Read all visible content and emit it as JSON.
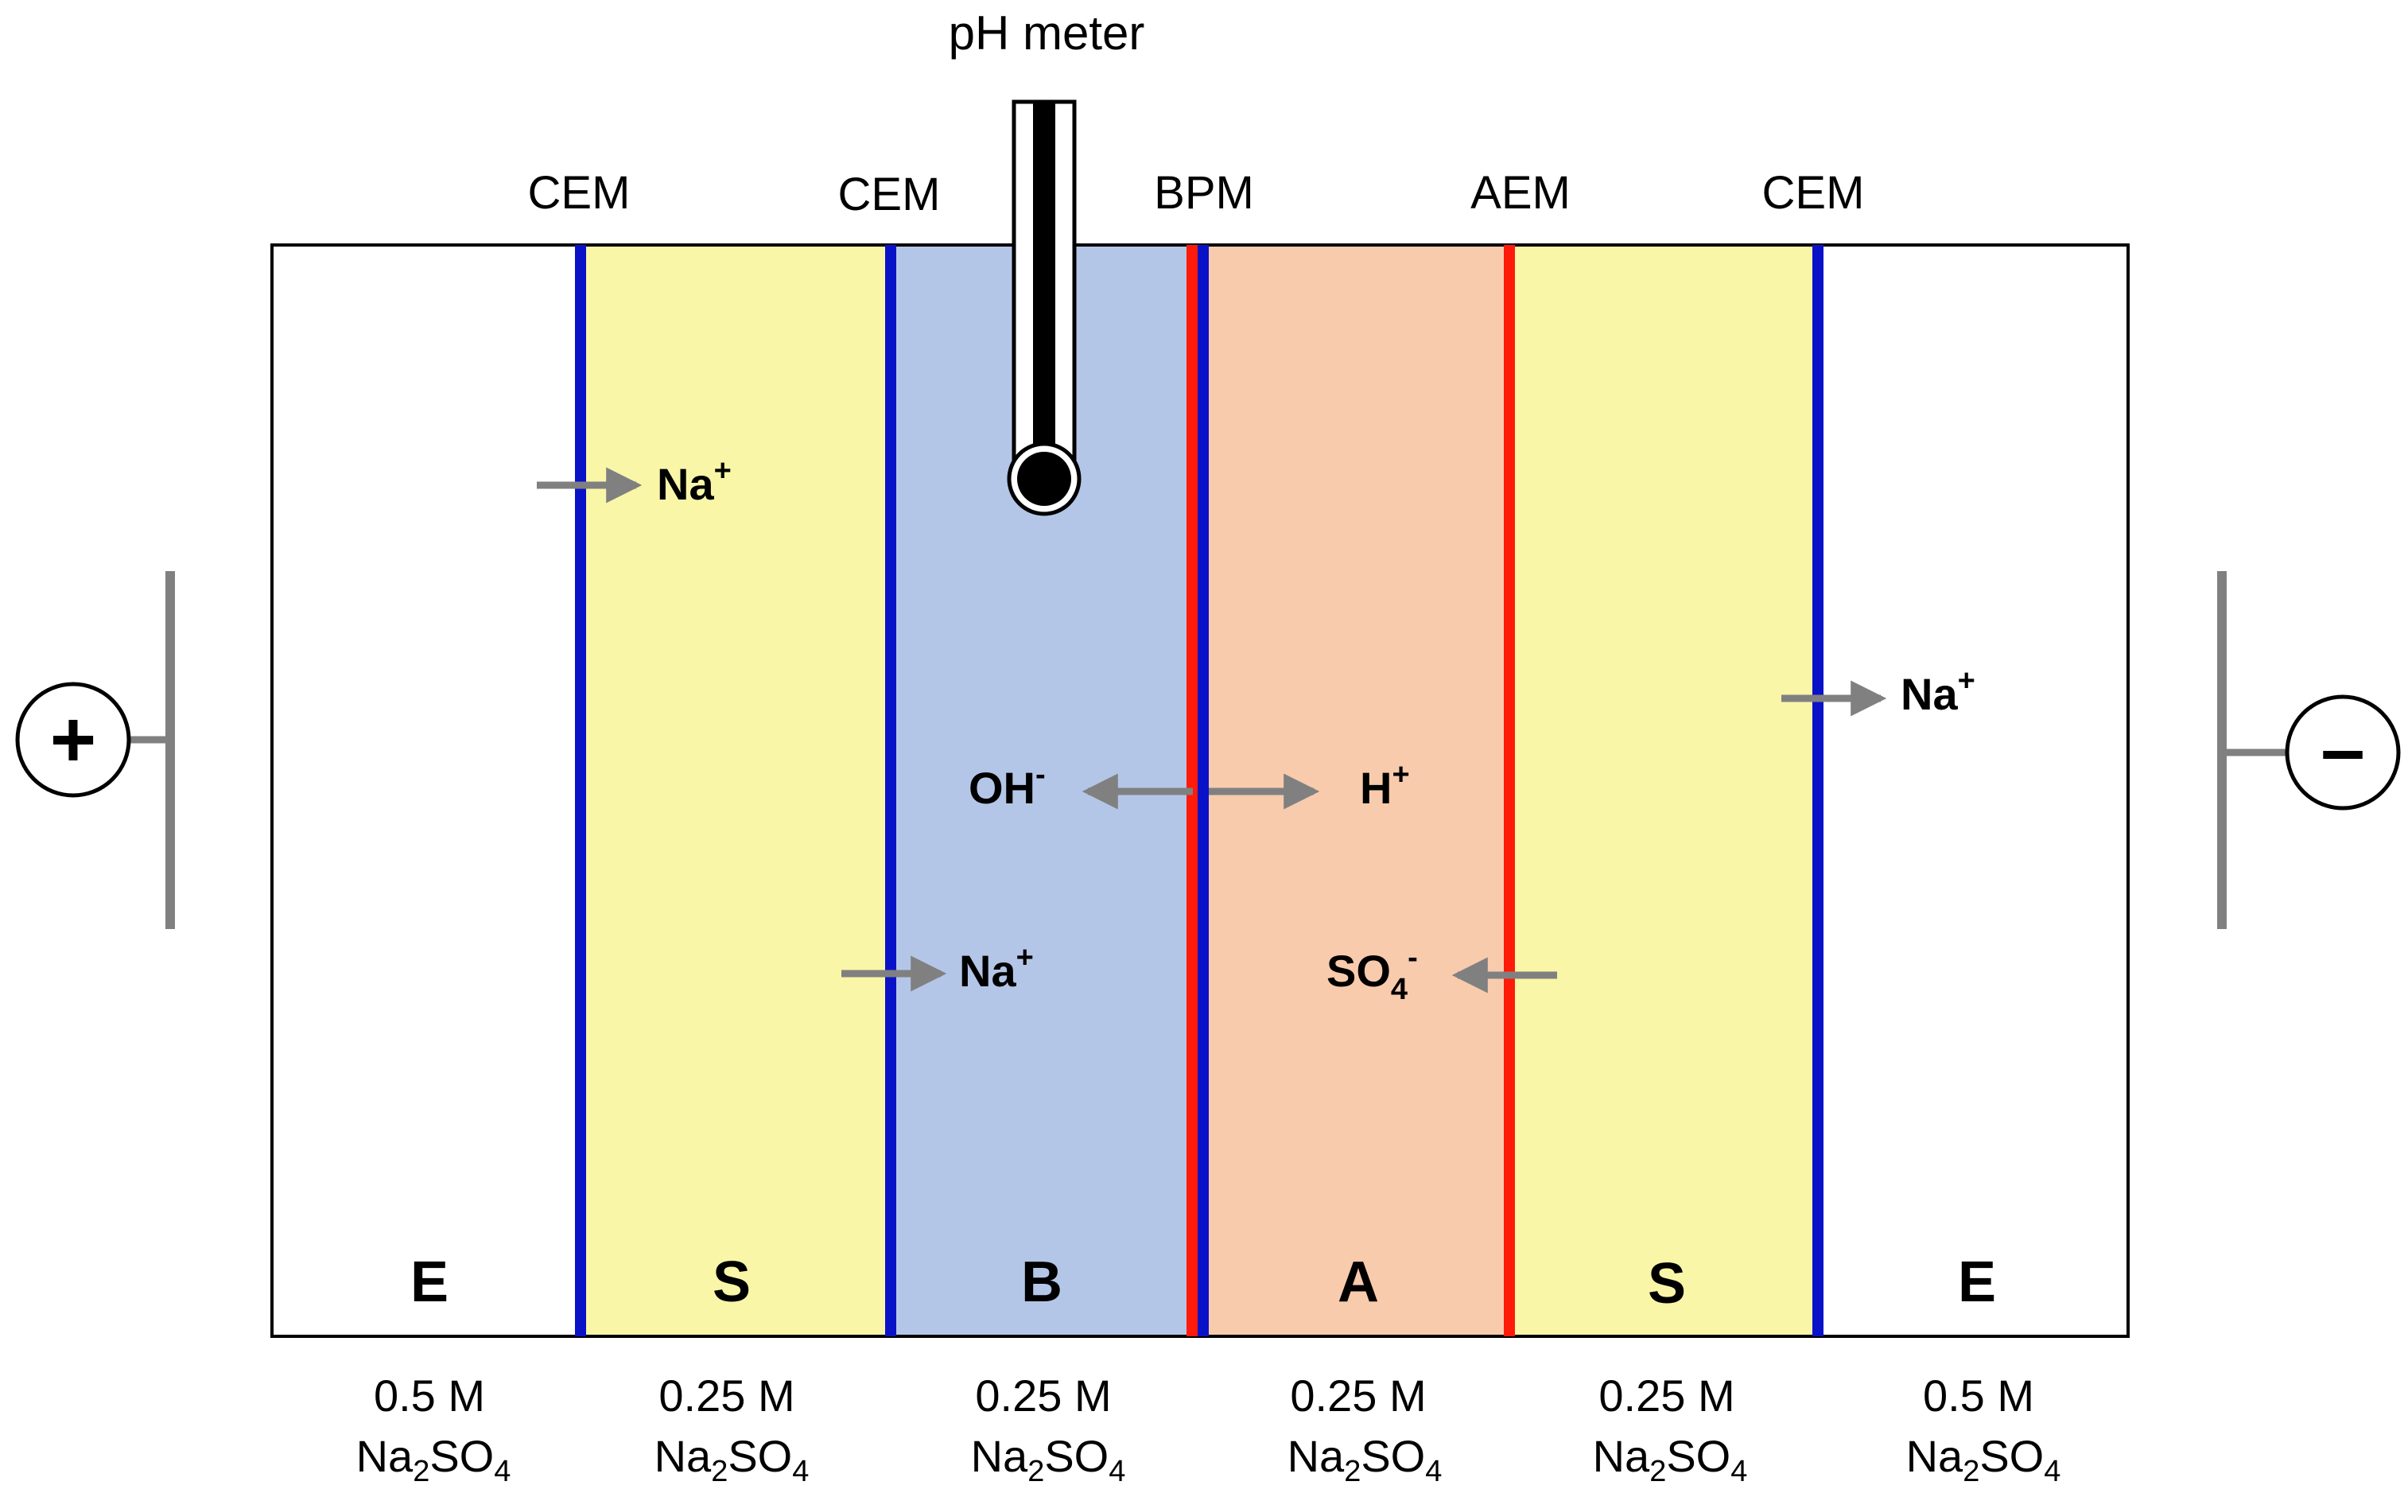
{
  "meter": {
    "label": "pH meter"
  },
  "membranes": [
    {
      "id": "m1",
      "label": "CEM",
      "kind": "cation"
    },
    {
      "id": "m2",
      "label": "CEM",
      "kind": "cation"
    },
    {
      "id": "m3",
      "label": "BPM",
      "kind": "bipolar"
    },
    {
      "id": "m4",
      "label": "AEM",
      "kind": "anion"
    },
    {
      "id": "m5",
      "label": "CEM",
      "kind": "cation"
    }
  ],
  "compartments": [
    {
      "id": "c1",
      "code": "E",
      "conc": "0.5 M",
      "salt_base": "Na",
      "salt_sub1": "2",
      "salt_mid": "SO",
      "salt_sub2": "4",
      "fill": "#ffffff"
    },
    {
      "id": "c2",
      "code": "S",
      "conc": "0.25 M",
      "salt_base": "Na",
      "salt_sub1": "2",
      "salt_mid": "SO",
      "salt_sub2": "4",
      "fill": "#f9f6a8"
    },
    {
      "id": "c3",
      "code": "B",
      "conc": "0.25 M",
      "salt_base": "Na",
      "salt_sub1": "2",
      "salt_mid": "SO",
      "salt_sub2": "4",
      "fill": "#b4c6e7"
    },
    {
      "id": "c4",
      "code": "A",
      "conc": "0.25 M",
      "salt_base": "Na",
      "salt_sub1": "2",
      "salt_mid": "SO",
      "salt_sub2": "4",
      "fill": "#f8cbad"
    },
    {
      "id": "c5",
      "code": "S",
      "conc": "0.25 M",
      "salt_base": "Na",
      "salt_sub1": "2",
      "salt_mid": "SO",
      "salt_sub2": "4",
      "fill": "#f9f6a8"
    },
    {
      "id": "c6",
      "code": "E",
      "conc": "0.5 M",
      "salt_base": "Na",
      "salt_sub1": "2",
      "salt_mid": "SO",
      "salt_sub2": "4",
      "fill": "#ffffff"
    }
  ],
  "ions": {
    "na1": {
      "base": "Na",
      "charge": "+"
    },
    "na2": {
      "base": "Na",
      "charge": "+"
    },
    "na3": {
      "base": "Na",
      "charge": "+"
    },
    "oh": {
      "base": "OH",
      "charge": "-"
    },
    "h": {
      "base": "H",
      "charge": "+"
    },
    "so4": {
      "base": "SO",
      "sub": "4",
      "charge": "-"
    }
  },
  "electrodes": {
    "anode": {
      "symbol": "+"
    },
    "cathode": {
      "symbol": "–"
    }
  },
  "colors": {
    "cation_membrane": "#0a12c8",
    "anion_membrane": "#ff1a0a",
    "arrow": "#808080",
    "electrode_line": "#808080",
    "outline": "#000000"
  }
}
